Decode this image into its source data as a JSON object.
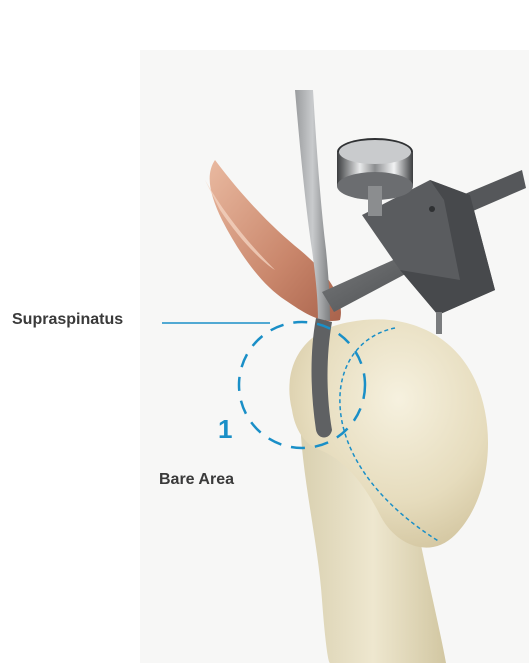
{
  "labels": {
    "supraspinatus": "Supraspinatus",
    "bare_area": "Bare Area",
    "callout_number": "1"
  },
  "colors": {
    "accent": "#1a8fc7",
    "label_text": "#3a3a3a",
    "bone": "#ece4c8",
    "instrument": "#5f6163",
    "tendon": "#c9866b"
  }
}
